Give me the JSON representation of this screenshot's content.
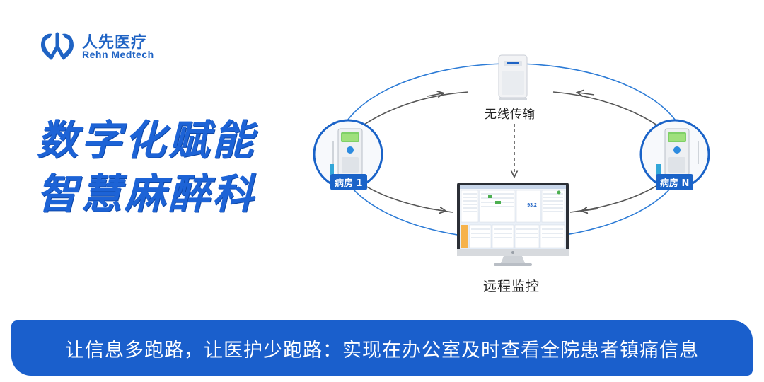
{
  "brand": {
    "name_cn": "人先医疗",
    "name_en": "Rehn Medtech",
    "color": "#1f63c4"
  },
  "headline": {
    "line1": "数字化赋能",
    "line2": "智慧麻醉科"
  },
  "diagram": {
    "wireless_label": "无线传输",
    "remote_label": "远程监控",
    "ward_1_label": "病房 1",
    "ward_n_label": "病房 N",
    "monitor_reading": "93.2",
    "colors": {
      "orbit": "#2c7bd6",
      "arrows": "#555555",
      "tag": "#1a63c8"
    }
  },
  "banner": {
    "text": "让信息多跑路，让医护少跑路：实现在办公室及时查看全院患者镇痛信息",
    "color": "#1a5fcc"
  }
}
